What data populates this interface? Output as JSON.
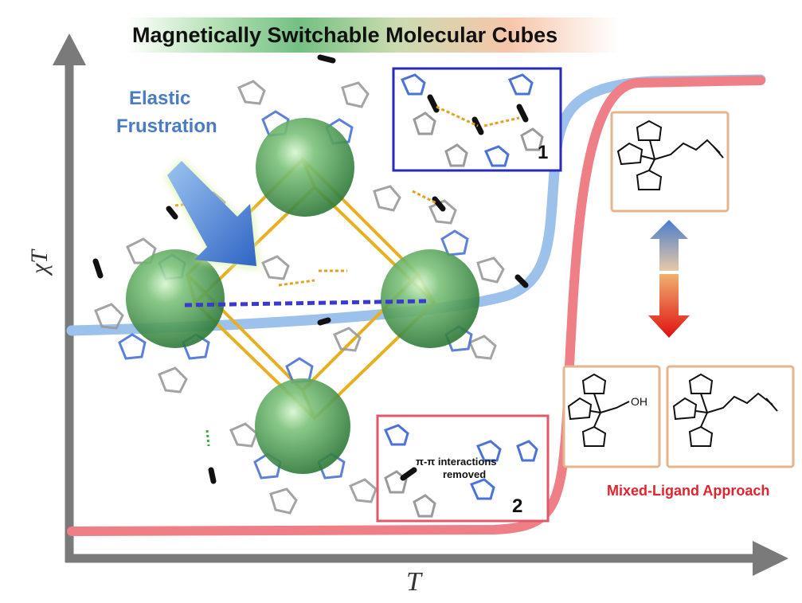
{
  "title": "Magnetically Switchable Molecular Cubes",
  "axes": {
    "y_label_chi": "χ",
    "y_label_t": "T",
    "x_label": "T"
  },
  "annotations": {
    "elastic_line1": "Elastic",
    "elastic_line2": "Frustration",
    "inset1_number": "1",
    "inset2_number": "2",
    "pi_line1": "π-π interactions",
    "pi_line2": "removed",
    "mixed_ligand": "Mixed-Ligand Approach",
    "oh_label": "OH"
  },
  "colors": {
    "blue_curve": "#9cc1ea",
    "red_curve": "#ef7f86",
    "elastic_text": "#4a7cc4",
    "inset1_border": "#2a2ab8",
    "inset2_border": "#e0586a",
    "mixed_text": "#e0242c",
    "ligand_box_border": "#e6b48c",
    "sphere_green": "#5aa85a",
    "cage_gold": "#e6b020"
  },
  "icons": {
    "up_arrow": "gradient-up-arrow-icon",
    "down_arrow": "gradient-down-arrow-icon",
    "big_arrow": "blue-diagonal-arrow-icon"
  }
}
